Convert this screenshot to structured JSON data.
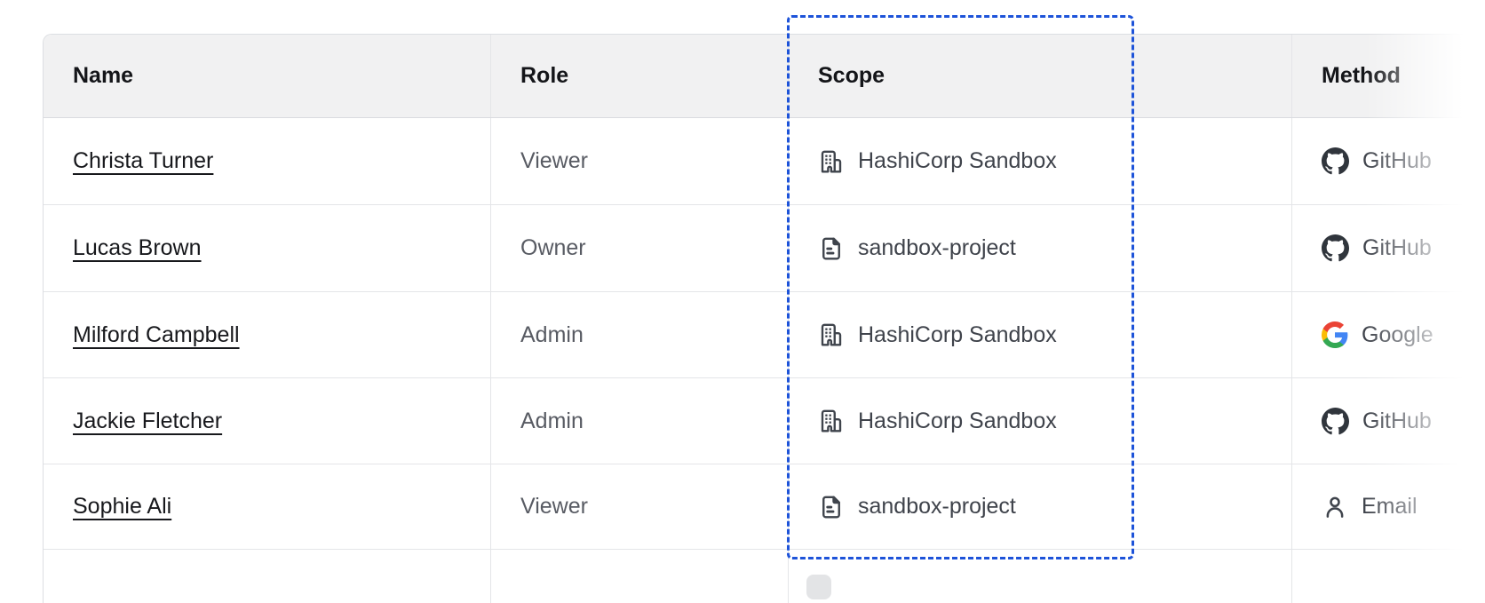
{
  "table": {
    "headers": {
      "name": "Name",
      "role": "Role",
      "scope": "Scope",
      "method": "Method"
    },
    "rows": [
      {
        "name": "Christa Turner",
        "role": "Viewer",
        "scope": {
          "label": "HashiCorp Sandbox",
          "icon": "organization-icon"
        },
        "method": {
          "label": "GitHub",
          "icon": "github-icon"
        }
      },
      {
        "name": "Lucas Brown",
        "role": "Owner",
        "scope": {
          "label": "sandbox-project",
          "icon": "file-text-icon"
        },
        "method": {
          "label": "GitHub",
          "icon": "github-icon"
        }
      },
      {
        "name": "Milford Campbell",
        "role": "Admin",
        "scope": {
          "label": "HashiCorp Sandbox",
          "icon": "organization-icon"
        },
        "method": {
          "label": "Google",
          "icon": "google-icon"
        }
      },
      {
        "name": "Jackie Fletcher",
        "role": "Admin",
        "scope": {
          "label": "HashiCorp Sandbox",
          "icon": "organization-icon"
        },
        "method": {
          "label": "GitHub",
          "icon": "github-icon"
        }
      },
      {
        "name": "Sophie Ali",
        "role": "Viewer",
        "scope": {
          "label": "sandbox-project",
          "icon": "file-text-icon"
        },
        "method": {
          "label": "Email",
          "icon": "user-icon"
        }
      }
    ]
  },
  "highlight": {
    "type": "dashed-selection-box",
    "target_column": "Scope",
    "color": "#1d53d9"
  },
  "colors": {
    "header_bg": "#f1f1f2",
    "row_border": "#e4e5e8",
    "outer_border": "#dcdee2",
    "header_text": "#141519",
    "name_text": "#17181c",
    "role_text": "#585b63",
    "cell_text": "#3f434b",
    "github_mark": "#30353c",
    "google_blue": "#4285F4",
    "google_green": "#34A853",
    "google_yellow": "#FBBC05",
    "google_red": "#EA4335"
  }
}
